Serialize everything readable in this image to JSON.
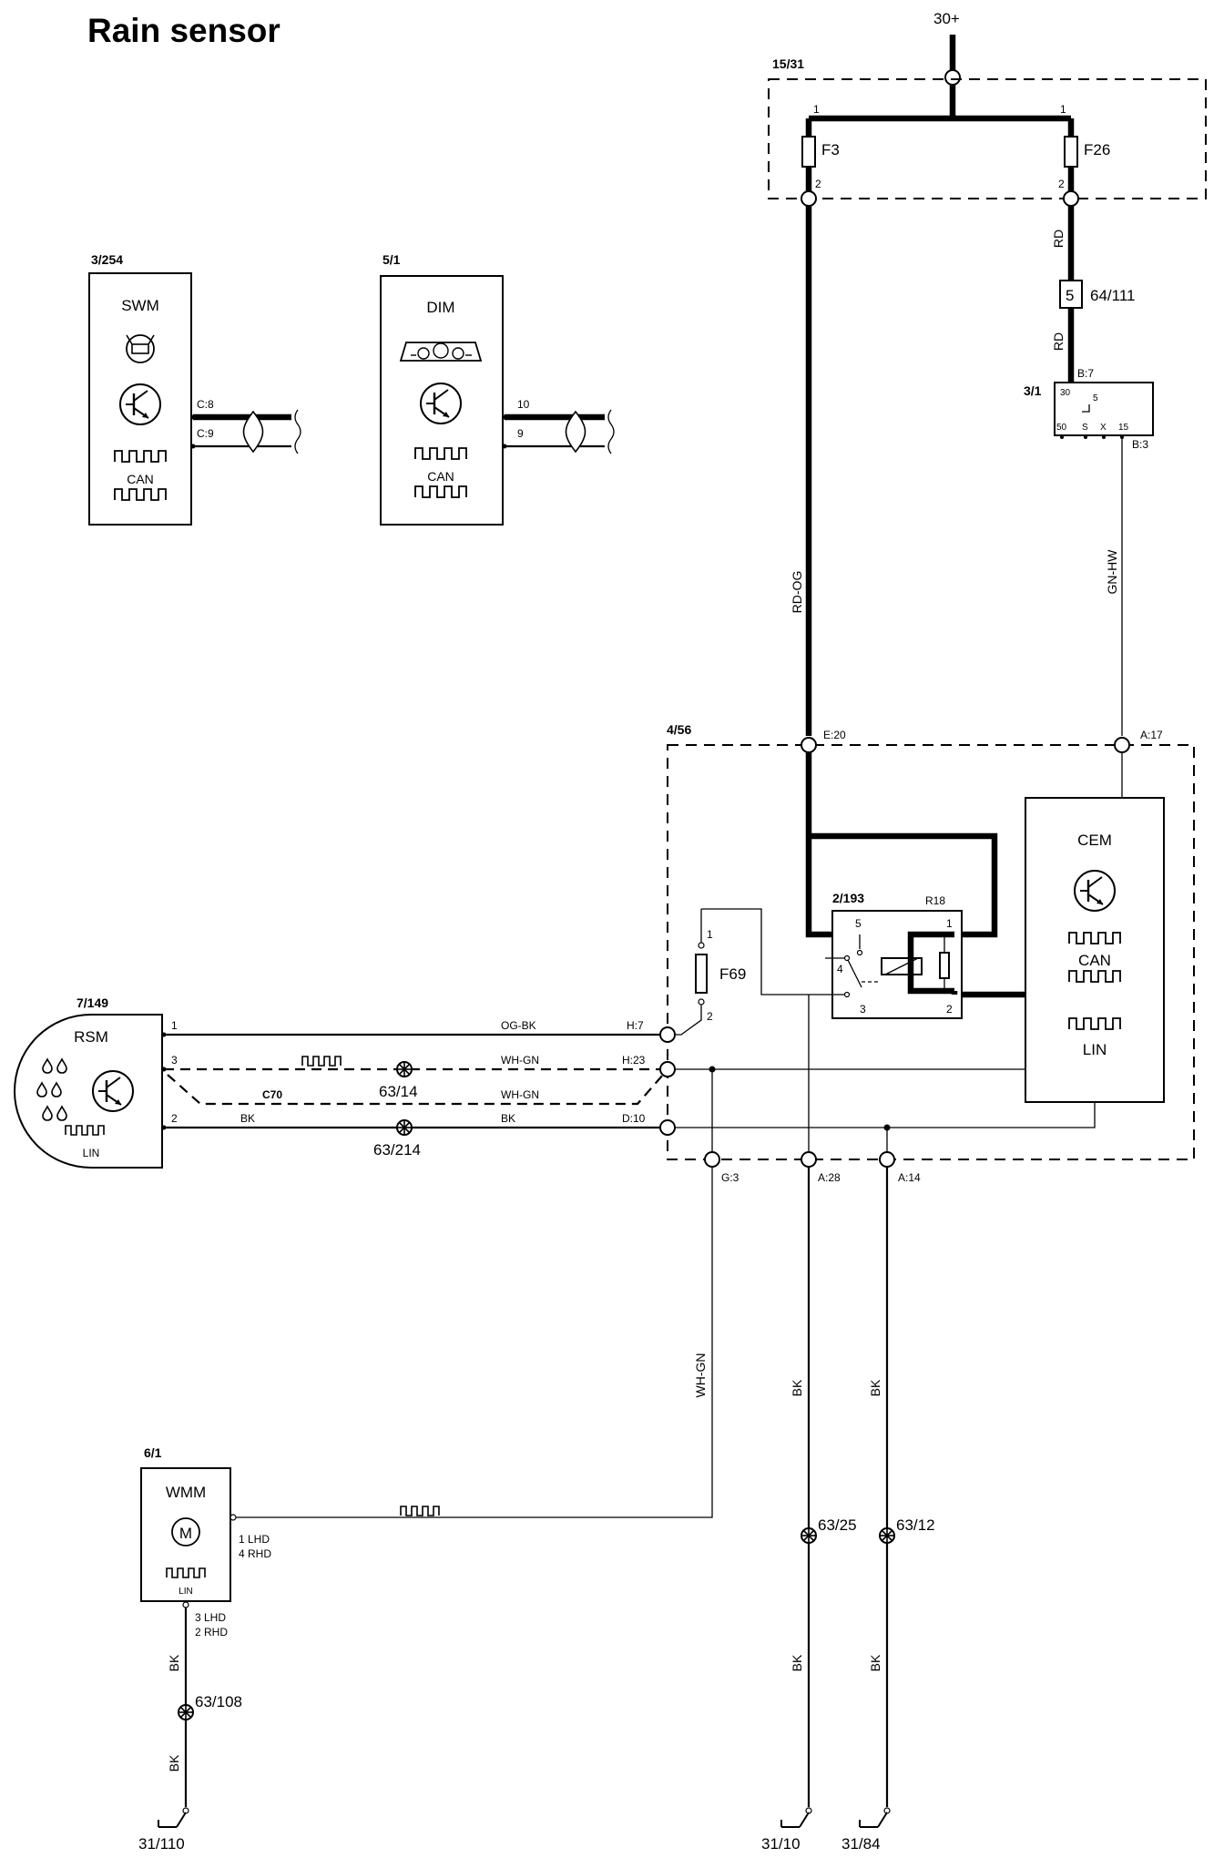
{
  "title": "Rain sensor",
  "supply": "30+",
  "components": {
    "fuse_box": "15/31",
    "f3": "F3",
    "f26": "F26",
    "f69": "F69",
    "connector_64_111": "64/111",
    "connector_64_111_pin": "5",
    "ignition": "3/1",
    "ignition_pin_b7": "B:7",
    "ignition_pin_b3": "B:3",
    "ignition_pins": [
      "30",
      "5",
      "50",
      "S",
      "X",
      "15"
    ],
    "swm_id": "3/254",
    "swm": "SWM",
    "dim_id": "5/1",
    "dim": "DIM",
    "cem_box": "4/56",
    "cem": "CEM",
    "relay_id": "2/193",
    "relay_r": "R18",
    "relay_pins": [
      "5",
      "1",
      "4",
      "3",
      "2"
    ],
    "rsm_id": "7/149",
    "rsm": "RSM",
    "wmm_id": "6/1",
    "wmm": "WMM",
    "motor_symbol": "M",
    "can": "CAN",
    "lin": "LIN",
    "c70": "C70"
  },
  "pins": {
    "fuse_in": "1",
    "fuse_out": "2",
    "swm_c8": "C:8",
    "swm_c9": "C:9",
    "dim_10": "10",
    "dim_9": "9",
    "e20": "E:20",
    "a17": "A:17",
    "h7": "H:7",
    "h23": "H:23",
    "d10": "D:10",
    "g3": "G:3",
    "a28": "A:28",
    "a14": "A:14",
    "f69_1": "1",
    "f69_2": "2",
    "rsm_1": "1",
    "rsm_3": "3",
    "rsm_2": "2",
    "wmm_sig_1": "1 LHD",
    "wmm_sig_2": "4 RHD",
    "wmm_gnd_1": "3 LHD",
    "wmm_gnd_2": "2 RHD"
  },
  "wires": {
    "rd": "RD",
    "rd_og": "RD-OG",
    "gn_hw": "GN-HW",
    "og_bk": "OG-BK",
    "wh_gn": "WH-GN",
    "bk": "BK"
  },
  "splices": {
    "s63_14": "63/14",
    "s63_214": "63/214",
    "s63_25": "63/25",
    "s63_12": "63/12",
    "s63_108": "63/108"
  },
  "grounds": {
    "g31_110": "31/110",
    "g31_10": "31/10",
    "g31_84": "31/84"
  }
}
